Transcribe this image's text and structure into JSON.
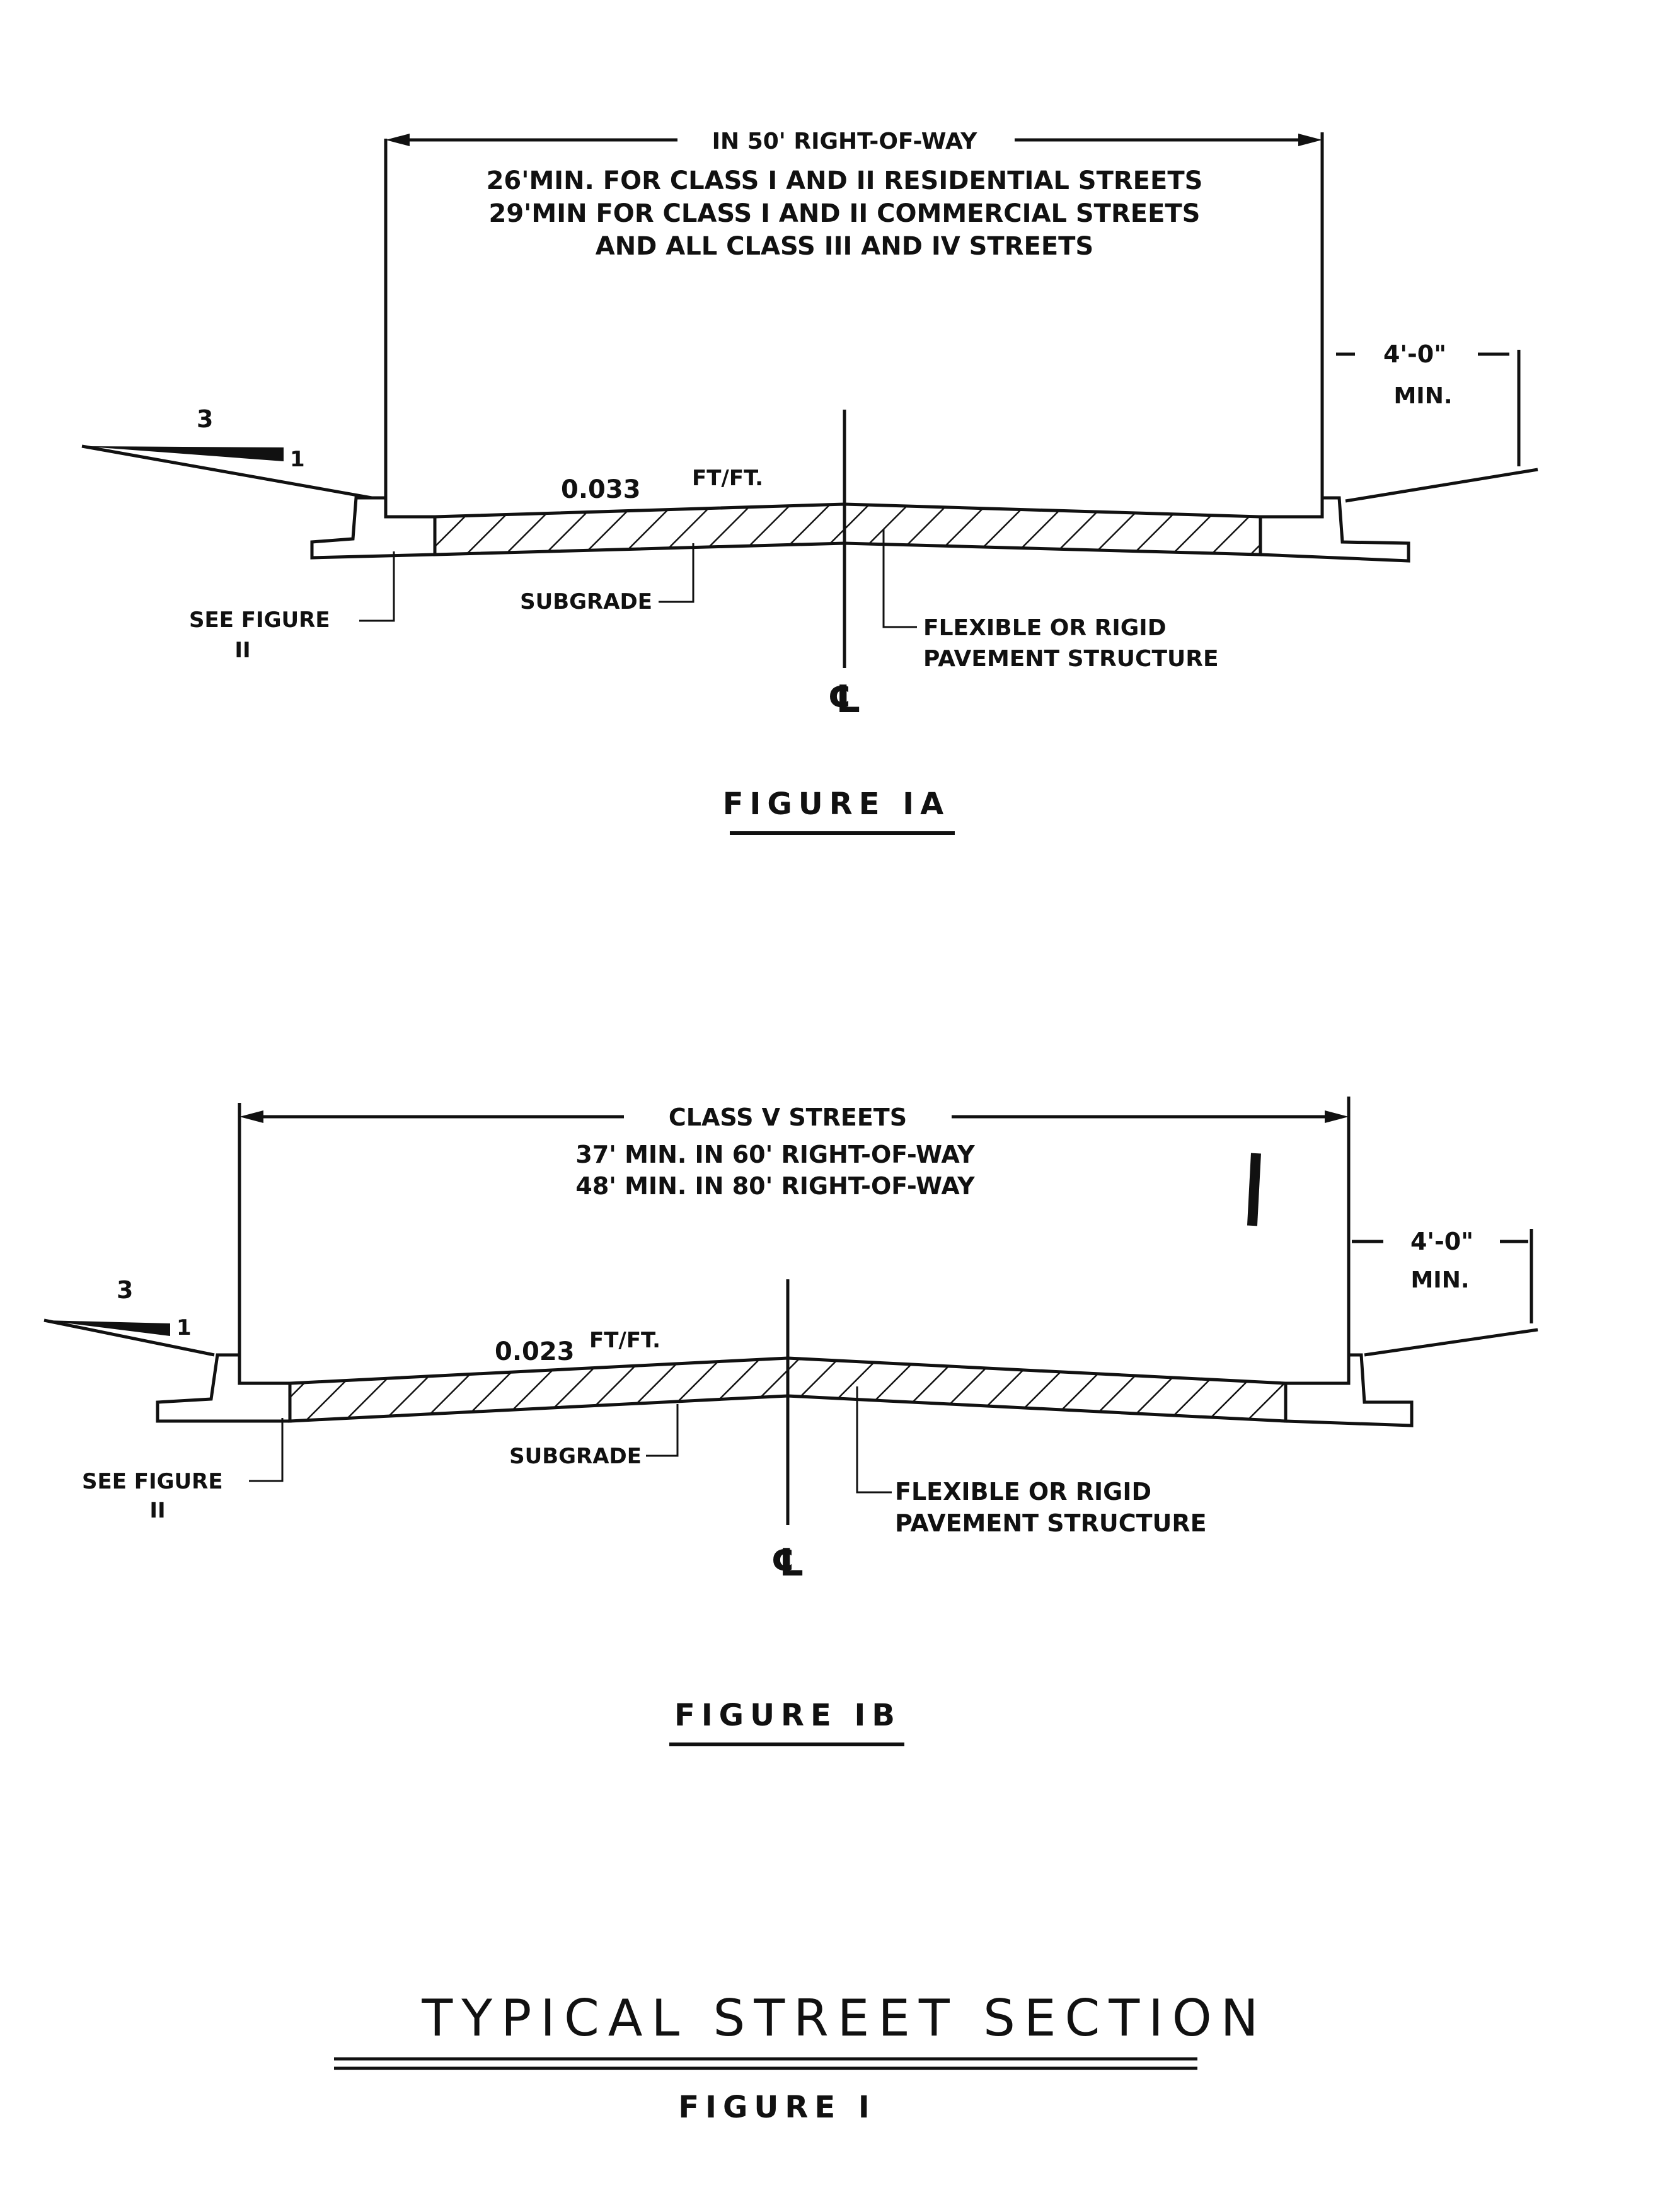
{
  "figure_1a": {
    "width_line1": "IN 50' RIGHT-OF-WAY",
    "width_line2": "26'MIN. FOR CLASS I AND II RESIDENTIAL STREETS",
    "width_line3": "29'MIN FOR CLASS I AND II COMMERCIAL STREETS",
    "width_line4": "AND ALL CLASS III AND IV STREETS",
    "slope_run": "3",
    "slope_rise": "1",
    "cross_slope": "0.033",
    "cross_slope_unit": "FT/FT.",
    "sidewalk_width": "4'-0\"",
    "sidewalk_min": "MIN.",
    "see_figure": "SEE FIGURE",
    "see_figure_num": "II",
    "subgrade": "SUBGRADE",
    "pavement_line1": "FLEXIBLE OR RIGID",
    "pavement_line2": "PAVEMENT STRUCTURE",
    "centerline": "℄",
    "caption": "FIGURE IA"
  },
  "figure_1b": {
    "width_line1": "CLASS V STREETS",
    "width_line2": "37' MIN. IN 60' RIGHT-OF-WAY",
    "width_line3": "48' MIN. IN 80' RIGHT-OF-WAY",
    "slope_run": "3",
    "slope_rise": "1",
    "cross_slope": "0.023",
    "cross_slope_unit": "FT/FT.",
    "sidewalk_width": "4'-0\"",
    "sidewalk_min": "MIN.",
    "see_figure": "SEE FIGURE",
    "see_figure_num": "II",
    "subgrade": "SUBGRADE",
    "pavement_line1": "FLEXIBLE OR RIGID",
    "pavement_line2": "PAVEMENT STRUCTURE",
    "centerline": "℄",
    "caption": "FIGURE IB"
  },
  "sheet": {
    "title": "TYPICAL STREET SECTION",
    "subtitle": "FIGURE I"
  }
}
